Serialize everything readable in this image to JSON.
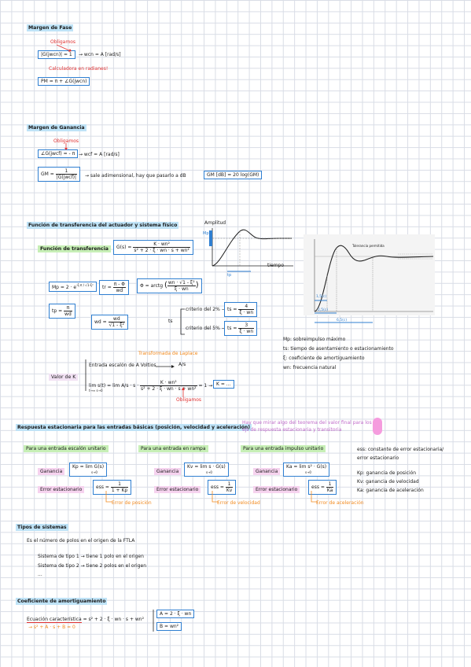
{
  "fase": {
    "title": "Margen de Fase",
    "note_obligamos": "Obligamos",
    "eq1": "|G(jwcn)| = 1",
    "arrow_eq1": "→ wcn = A [rad/s]",
    "note_radians": "Calculadora en radianes!",
    "pm": "PM = π + ∠G(jwcn)"
  },
  "ganancia": {
    "title": "Margen de Ganancia",
    "note_obligamos": "Obligamos",
    "eq1": "∠G(jwcf) = - π",
    "arrow_eq1": "→ wcf = A [rad/s]",
    "gm_lhs": "GM =",
    "gm_num": "1",
    "gm_den": "|G(jwcf)|",
    "gm_note": "→ sale adimensional, hay que pasarlo a dB",
    "gm_db": "GM [dB] = 20 log(GM)"
  },
  "ft": {
    "title": "Función de transferencia del actuador y sistema físico",
    "label_ft": "Función de transferencia",
    "gs_lhs": "G(s) =",
    "gs_num": "K · wn²",
    "gs_den": "s² + 2 · ξ · wn · s + wn²",
    "mp_eq": "Mp = 2 · e",
    "mp_exp": "-ξ·π / √1-ξ²",
    "tr_lhs": "tr =",
    "tr_num": "π - Φ",
    "tr_den": "wd",
    "phi_lhs": "Φ = arctg",
    "phi_num": "wn · √1 - ξ²",
    "phi_den": "ξ · wn",
    "tp_lhs": "tp =",
    "tp_num": "π",
    "tp_den": "wd",
    "wd_lhs": "wd =",
    "wd_num": "wd",
    "wd_den": "√1 - ξ²",
    "ts_label": "ts",
    "crit2": "criterio del 2% →",
    "ts2_lhs": "ts =",
    "ts2_num": "4",
    "ts2_den": "ξ · wn",
    "crit5": "criterio del 5% →",
    "ts5_lhs": "ts =",
    "ts5_num": "3",
    "ts5_den": "ξ · wn",
    "graph_amplitud": "Amplitud",
    "graph_mp": "Mp",
    "graph_tiempo": "tiempo",
    "graph_tp": "tp",
    "photo_tol": "Tolerancia permitida",
    "photo_tr": "1,5(c)",
    "photo_tp": "2,5(c)",
    "photo_ts": "6,5(c)",
    "legend_mp": "Mp: sobreimpulso máximo",
    "legend_ts": "ts: tiempo de asentamiento o estacionamiento",
    "legend_xi": "ξ: coeficiente de amortiguamiento",
    "legend_wn": "wn: frecuencia natural",
    "laplace_note": "Transformada de Laplace",
    "valor_k": "Valor de K",
    "escalon": "Entrada escalón de A Voltios",
    "escalon_rhs": "A/s",
    "lim_lhs": "lim s(t) = lim",
    "lim_sub": "t→∞           s→0",
    "lim_mid": "A/s · s ·",
    "lim_num": "K · wn²",
    "lim_den": "s² + 2 · ξ · wn · s + wn²",
    "lim_eq": "= 1 →",
    "lim_k": "K = ...",
    "note_obligamos": "Obligamos"
  },
  "resp": {
    "title": "Respuesta estacionaria para las entradas básicas (posición, velocidad y aceleración)",
    "note": "Hay que mirar algo del teorema del valor final para los ejs de respuesta estacionaria y transitoria",
    "cols": [
      {
        "header": "Para una entrada escalón unitario",
        "gan_label": "Ganancia",
        "k_eq": "Kp = lim G(s)",
        "k_sub": "s→0",
        "err_label": "Error estacionario",
        "e_lhs": "ess =",
        "e_num": "1",
        "e_den": "1 + Kp",
        "e_note": "Error de posición"
      },
      {
        "header": "Para una entrada en rampa",
        "gan_label": "Ganancia",
        "k_eq": "Kv = lim s · G(s)",
        "k_sub": "s→0",
        "err_label": "Error estacionario",
        "e_lhs": "ess =",
        "e_num": "1",
        "e_den": "Kv",
        "e_note": "Error de velocidad"
      },
      {
        "header": "Para una entrada impulso unitario",
        "gan_label": "Ganancia",
        "k_eq": "Ka = lim s² · G(s)",
        "k_sub": "s→0",
        "err_label": "Error estacionario",
        "e_lhs": "ess =",
        "e_num": "1",
        "e_den": "Ka",
        "e_note": "Error de aceleración"
      }
    ],
    "legend_ess": "ess: constante de error estacionaria/",
    "legend_ess2": "error estacionario",
    "legend_kp": "Kp: ganancia de posición",
    "legend_kv": "Kv: ganancia de velocidad",
    "legend_ka": "Ka: ganancia de aceleración"
  },
  "tipos": {
    "title": "Tipos de sistemas",
    "intro": "Es el número de polos en el origen de la FTLA",
    "t1": "Sistema de tipo 1 → tiene 1 polo en el origen",
    "t2": "Sistema de tipo 2 → tiene 2 polos en el origen",
    "dots": "..."
  },
  "coef": {
    "title": "Coeficiente de amortiguamiento",
    "eq_label": "Ecuación característica",
    "eq_rhs": "= s² + 2 · ξ · wn · s + wn²",
    "eq_sub": "→ s² + A · s + B = 0",
    "a_eq": "A = 2 · ξ · wn",
    "b_eq": "B = wn²"
  },
  "colors": {
    "box_border": "#2f7fd1",
    "highlight_blue": "#bfe3f7",
    "highlight_green": "#c7efb6",
    "highlight_pink": "#f6d3ef",
    "note_red": "#e03131",
    "note_orange": "#f28a1e",
    "note_purple": "#c06bc9"
  }
}
